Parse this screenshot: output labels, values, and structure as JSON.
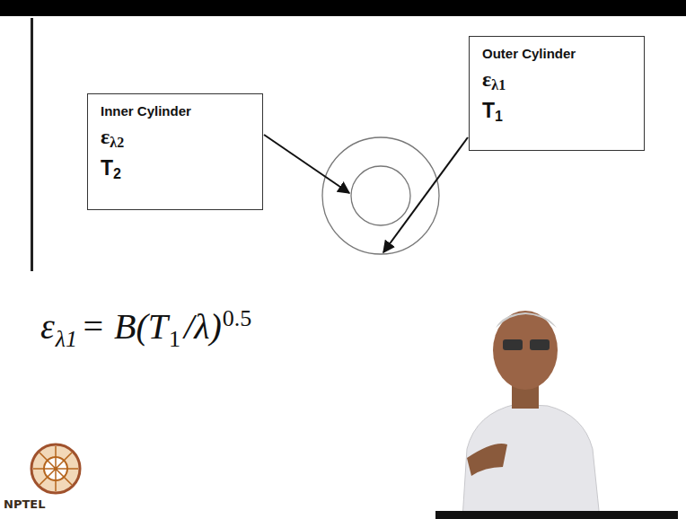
{
  "diagram": {
    "nodes": [
      {
        "text": [
          "Inner Cylinder",
          "ε",
          "λ2",
          "T",
          "2"
        ]
      },
      {
        "text": [
          "Outer Cylinder",
          "ε",
          "λ1",
          "T",
          "1"
        ]
      }
    ],
    "labels": [
      "ε",
      "λ1",
      "= B(T",
      "1",
      "/λ)",
      "0.5",
      "NPTEL"
    ]
  }
}
